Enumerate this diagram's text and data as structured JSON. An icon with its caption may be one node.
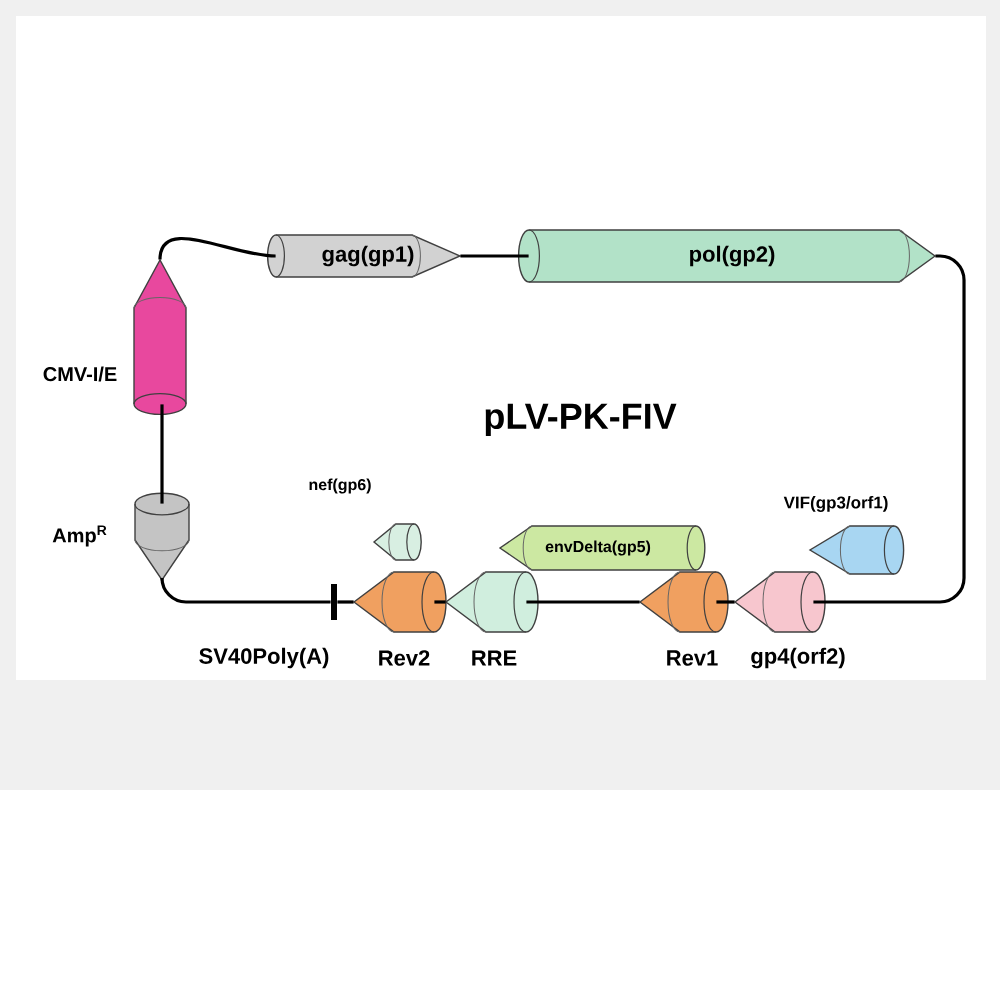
{
  "diagram": {
    "title": "pLV-PK-FIV",
    "nodes": [
      {
        "text": [
          "gag(gp1)"
        ]
      },
      {
        "text": [
          "pol(gp2)"
        ]
      },
      {
        "text": [
          "CMV-I/E"
        ]
      },
      {
        "text": [
          "Amp$^{R}$"
        ]
      },
      {
        "text": [
          "nef(gp6)"
        ]
      },
      {
        "text": [
          "envDelta(gp5)"
        ]
      },
      {
        "text": [
          "VIF(gp3/orf1)"
        ]
      },
      {
        "text": [
          "SV40Poly(A)"
        ]
      },
      {
        "text": [
          "Rev2"
        ]
      },
      {
        "text": [
          "RRE"
        ]
      },
      {
        "text": [
          "Rev1"
        ]
      },
      {
        "text": [
          "gp4(orf2)"
        ]
      }
    ],
    "edges": [
      {
        "from": 2,
        "to": 0,
        "arrow": "none"
      },
      {
        "from": 0,
        "to": 1,
        "arrow": "none"
      },
      {
        "from": 1,
        "to": 11,
        "arrow": "none"
      },
      {
        "from": 11,
        "to": 10,
        "arrow": "none"
      },
      {
        "from": 10,
        "to": 9,
        "arrow": "none"
      },
      {
        "from": 9,
        "to": 8,
        "arrow": "none"
      },
      {
        "from": 8,
        "to": 7,
        "arrow": "none"
      },
      {
        "from": 7,
        "to": 3,
        "arrow": "none"
      },
      {
        "from": 3,
        "to": 2,
        "arrow": "none"
      }
    ]
  }
}
